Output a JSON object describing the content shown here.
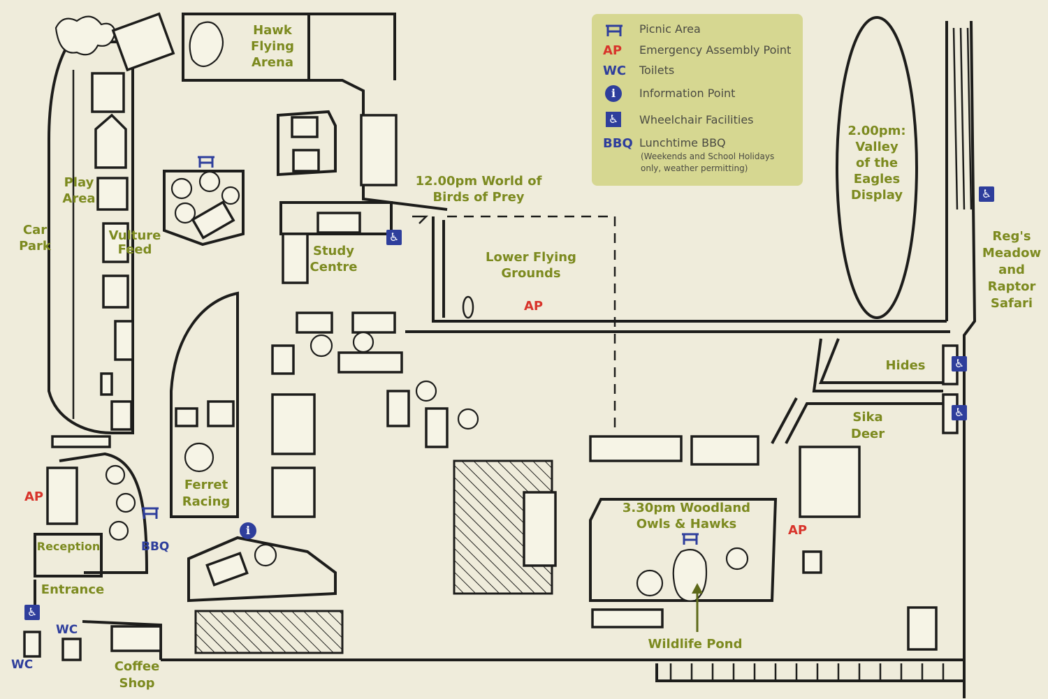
{
  "legend": {
    "items": [
      {
        "key": "",
        "icon": "picnic-table-icon",
        "text": "Picnic Area"
      },
      {
        "key": "AP",
        "text": "Emergency Assembly Point"
      },
      {
        "key": "WC",
        "text": "Toilets"
      },
      {
        "key": "",
        "icon": "info-icon",
        "text": "Information Point"
      },
      {
        "key": "",
        "icon": "wheelchair-icon",
        "text": "Wheelchair Facilities"
      },
      {
        "key": "BBQ",
        "text": "Lunchtime BBQ"
      }
    ],
    "bbq_note_1": "(Weekends and School Holidays",
    "bbq_note_2": "only, weather permitting)"
  },
  "labels": {
    "hawk_flying_arena": "Hawk\nFlying\nArena",
    "play_area": "Play\nArea",
    "car_park": "Car\nPark",
    "vulture_feed": "Vulture\nFeed",
    "study_centre": "Study\nCentre",
    "world_of_birds": "12.00pm World of\nBirds of Prey",
    "lower_flying_grounds": "Lower Flying\nGrounds",
    "valley_of_eagles": "2.00pm:\nValley\nof the\nEagles\nDisplay",
    "regs_meadow": "Reg's\nMeadow\nand\nRaptor\nSafari",
    "hides": "Hides",
    "sika_deer": "Sika\nDeer",
    "ferret_racing": "Ferret\nRacing",
    "woodland_owls": "3.30pm Woodland\nOwls & Hawks",
    "wildlife_pond": "Wildlife Pond",
    "reception": "Reception",
    "entrance": "Entrance",
    "coffee_shop": "Coffee\nShop"
  },
  "markers": {
    "ap": "AP",
    "wc": "WC",
    "bbq": "BBQ",
    "info": "i",
    "wheelchair": "♿"
  },
  "colors": {
    "background": "#efecdb",
    "label_green": "#7c8a1f",
    "ap_red": "#d8342b",
    "icon_blue": "#2e3e9c",
    "legend_bg": "#d6d791"
  }
}
